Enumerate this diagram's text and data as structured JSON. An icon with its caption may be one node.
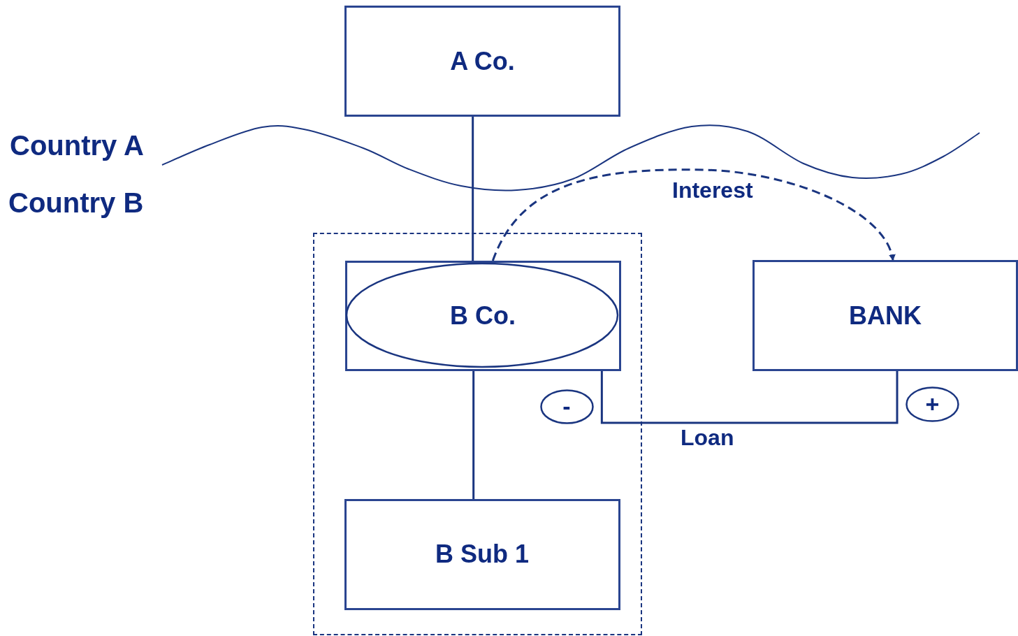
{
  "diagram": {
    "nodes": [
      {
        "text": [
          "A Co."
        ]
      },
      {
        "text": [],
        "shape": "box"
      },
      {
        "text": [
          "B Co."
        ],
        "in": 1
      },
      {
        "text": [
          "B Sub 1"
        ],
        "in": 1
      },
      {
        "text": [
          "BANK"
        ]
      },
      {
        "text": [
          "-"
        ],
        "in": 1
      },
      {
        "text": [
          "+"
        ]
      }
    ],
    "edges": [
      {
        "from": 0,
        "to": 2,
        "arrow": "none"
      },
      {
        "from": 2,
        "to": 3,
        "arrow": "none"
      },
      {
        "from": 2,
        "to": 4,
        "arrow": "to",
        "style": "dashed",
        "label": "Interest"
      },
      {
        "from": 2,
        "to": 4,
        "arrow": "none",
        "label": "Loan"
      }
    ],
    "labels": [
      "Country A",
      "Country B"
    ]
  }
}
